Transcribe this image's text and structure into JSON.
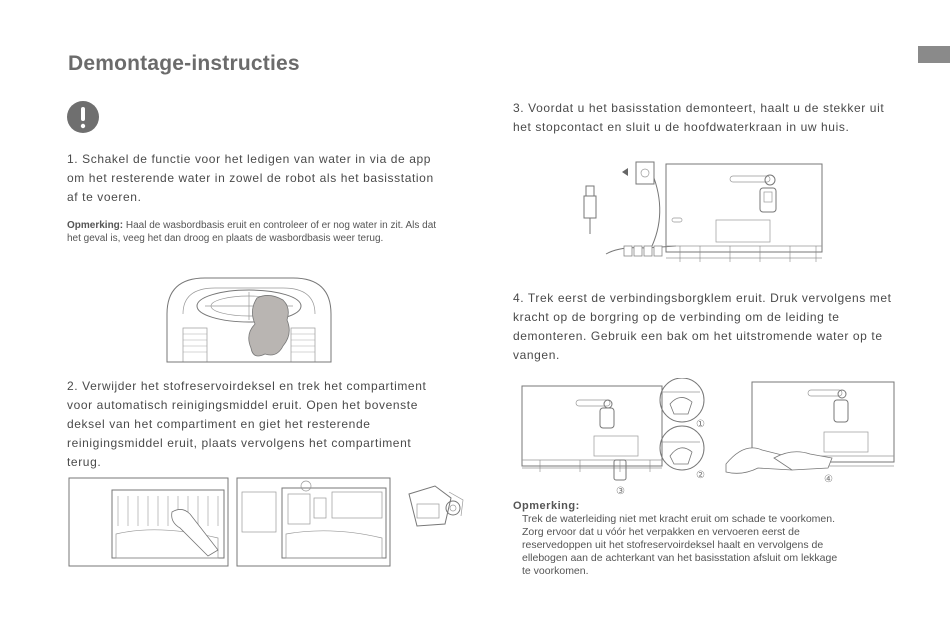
{
  "title": "Demontage-instructies",
  "icons": {
    "warning": "exclamation-circle-icon"
  },
  "step1": "1. Schakel de functie voor het ledigen van water in via de app om het resterende water in zowel de robot als het basisstation af te voeren.",
  "note1": {
    "label": "Opmerking:",
    "text": " Haal de wasbordbasis eruit en controleer of er nog water in zit. Als dat het geval is, veeg het dan droog en plaats de wasbordbasis weer terug."
  },
  "step2": "2. Verwijder het stofreservoirdeksel en trek het compartiment voor automatisch reinigingsmiddel eruit. Open het bovenste deksel van het compartiment en giet het resterende reinigingsmiddel eruit, plaats vervolgens het compartiment terug.",
  "step3": "3. Voordat u het basisstation demonteert, haalt u de stekker uit het stopcontact en sluit u de hoofdwaterkraan in uw huis.",
  "step4": "4. Trek eerst de verbindingsborgklem eruit. Druk vervolgens met kracht op de borgring op de verbinding om de leiding te demonteren. Gebruik een bak om het uitstromende water op te vangen.",
  "figure_labels": {
    "l1": "①",
    "l2": "②",
    "l3": "③",
    "l4": "④"
  },
  "note2": {
    "label": "Opmerking:",
    "lines": [
      "Trek de waterleiding niet met kracht eruit om schade te voorkomen.",
      "Zorg ervoor dat u vóór het verpakken en vervoeren eerst de",
      "reservedoppen uit het stofreservoirdeksel haalt en vervolgens de",
      "ellebogen aan de achterkant van het basisstation afsluit om lekkage",
      "te voorkomen."
    ]
  },
  "colors": {
    "title": "#6b6b6b",
    "icon": "#6f6f6f",
    "tab": "#8a8a8a"
  }
}
